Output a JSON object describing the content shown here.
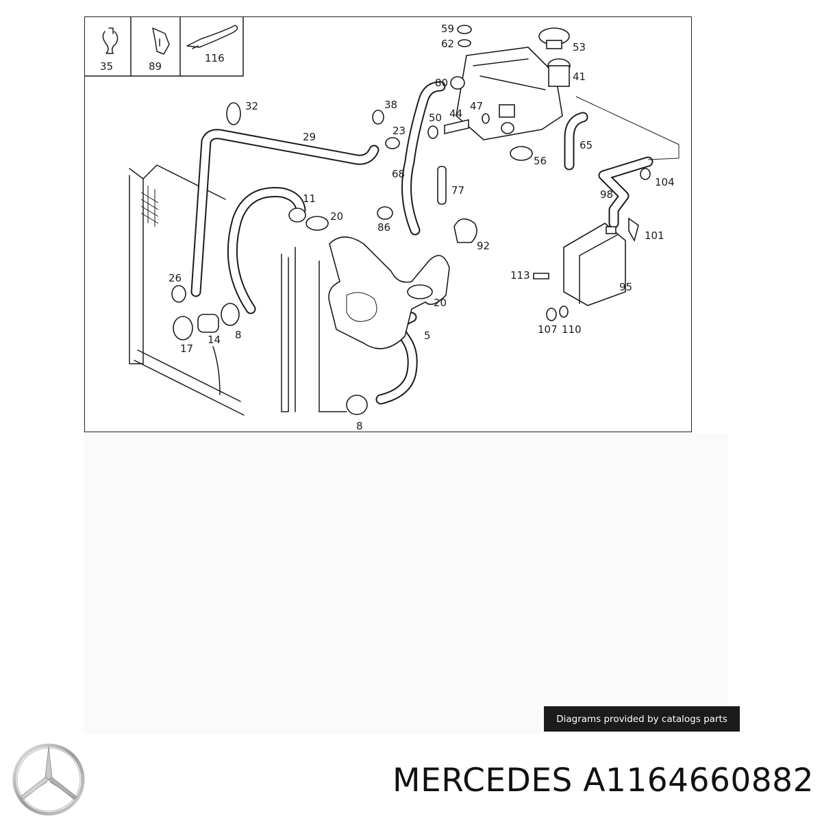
{
  "diagram": {
    "legend_labels": [
      "35",
      "89",
      "116"
    ],
    "callouts": [
      "59",
      "62",
      "53",
      "41",
      "80",
      "38",
      "50",
      "44",
      "47",
      "32",
      "23",
      "29",
      "65",
      "56",
      "68",
      "77",
      "104",
      "98",
      "11",
      "20",
      "86",
      "92",
      "101",
      "113",
      "95",
      "26",
      "14",
      "8",
      "17",
      "20",
      "5",
      "107",
      "110",
      "8"
    ]
  },
  "credit": "Diagrams provided by catalogs parts",
  "brand": "MERCEDES",
  "part_number": "A1164660882",
  "logo_icon": "mercedes-star-icon"
}
